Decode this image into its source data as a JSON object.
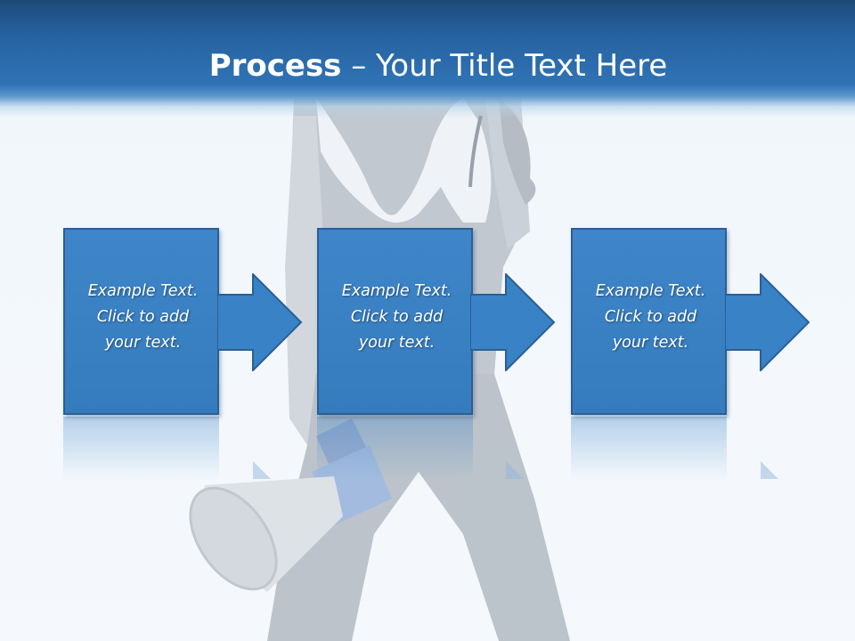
{
  "slide": {
    "title_bold": "Process",
    "title_rest": " – Your Title Text Here"
  },
  "steps": [
    {
      "line1": "Example Text.",
      "line2": "Click  to add",
      "line3": "your text."
    },
    {
      "line1": "Example Text.",
      "line2": "Click  to add",
      "line3": "your text."
    },
    {
      "line1": "Example Text.",
      "line2": "Click  to add",
      "line3": "your text."
    }
  ],
  "colors": {
    "header": "#2762a0",
    "box_fill": "#3e86c9",
    "box_border": "#2a5f96",
    "background": "#f3f8fc"
  },
  "icons": {
    "arrow": "right-arrow-icon",
    "figure": "woman-with-megaphone-image"
  }
}
